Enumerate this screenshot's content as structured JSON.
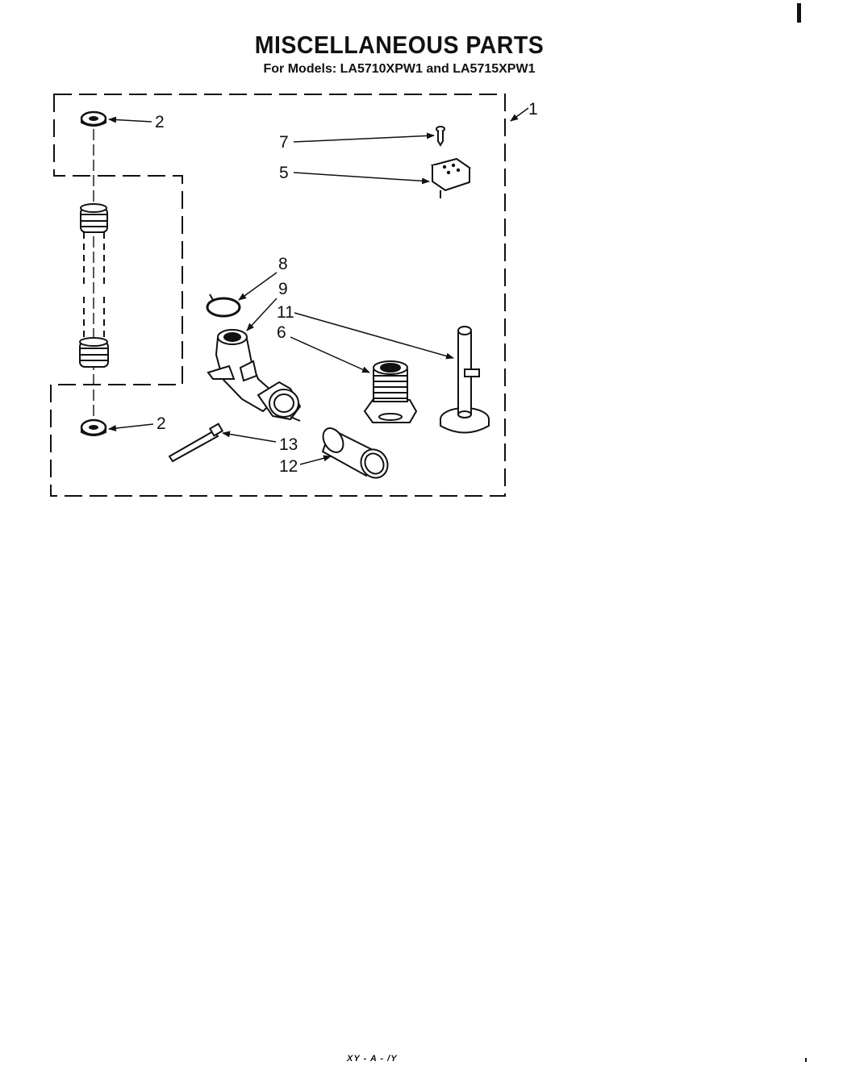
{
  "header": {
    "title": "MISCELLANEOUS PARTS",
    "subtitle": "For Models: LA5710XPW1 and LA5715XPW1"
  },
  "callouts": {
    "c1": "1",
    "c2_top": "2",
    "c2_bottom": "2",
    "c5": "5",
    "c6": "6",
    "c7": "7",
    "c8": "8",
    "c9": "9",
    "c11": "11",
    "c12": "12",
    "c13": "13"
  },
  "footer": {
    "code": "XY - A - /Y"
  }
}
